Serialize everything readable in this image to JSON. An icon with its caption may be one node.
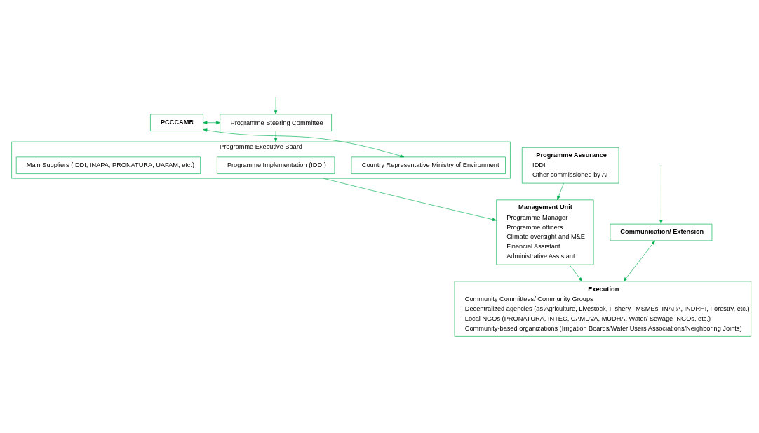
{
  "diagram": {
    "nodes": [
      {
        "text": [
          "PCCCAMR"
        ]
      },
      {
        "text": [
          "Programme Steering Committee"
        ]
      },
      {
        "text": [
          "Programme Executive Board"
        ]
      },
      {
        "text": [
          "Country Representative Ministry of Environment"
        ],
        "in": 2
      },
      {
        "text": [
          "Programme Implementation (IDDI)"
        ],
        "in": 2
      },
      {
        "text": [
          "Main Suppliers (IDDI, INAPA, PRONATURA, UAFAM, etc.)"
        ],
        "in": 2
      },
      {
        "text": [
          "Management Unit",
          "Programme Manager",
          "Programme officers",
          "Climate oversight and M&E",
          "Financial Assistant",
          "Administrative Assistant"
        ]
      },
      {
        "text": [
          "Programme Assurance",
          "IDDI",
          "Other commissioned by AF"
        ]
      },
      {
        "text": [
          "Communication/ Extension"
        ]
      },
      {
        "text": [
          "Execution",
          "Community Committees/ Community Groups",
          "Decentralized agencies (as Agriculture, Livestock, Fishery,  MSMEs, INAPA, INDRHI, Forestry, etc.)",
          "Local NGOs (PRONATURA, INTEC, CAMUVA, MUDHA, Water/ Sewage  NGOs, etc.)",
          "Community-based organizations (Irrigation Boards/Water Users Associations/Neighboring Joints)"
        ]
      }
    ],
    "edges": [
      {
        "from": 0,
        "to": 1,
        "arrow": "both"
      },
      {
        "from": null,
        "to": 1,
        "arrow": "to"
      },
      {
        "from": 1,
        "to": 2,
        "arrow": "to"
      },
      {
        "from": 0,
        "to": 3,
        "arrow": "both"
      },
      {
        "from": 2,
        "to": 6,
        "arrow": "to"
      },
      {
        "from": 7,
        "to": 6,
        "arrow": "to"
      },
      {
        "from": null,
        "to": 8,
        "arrow": "to"
      },
      {
        "from": 6,
        "to": 9,
        "arrow": "to"
      },
      {
        "from": 8,
        "to": 9,
        "arrow": "both"
      }
    ]
  }
}
